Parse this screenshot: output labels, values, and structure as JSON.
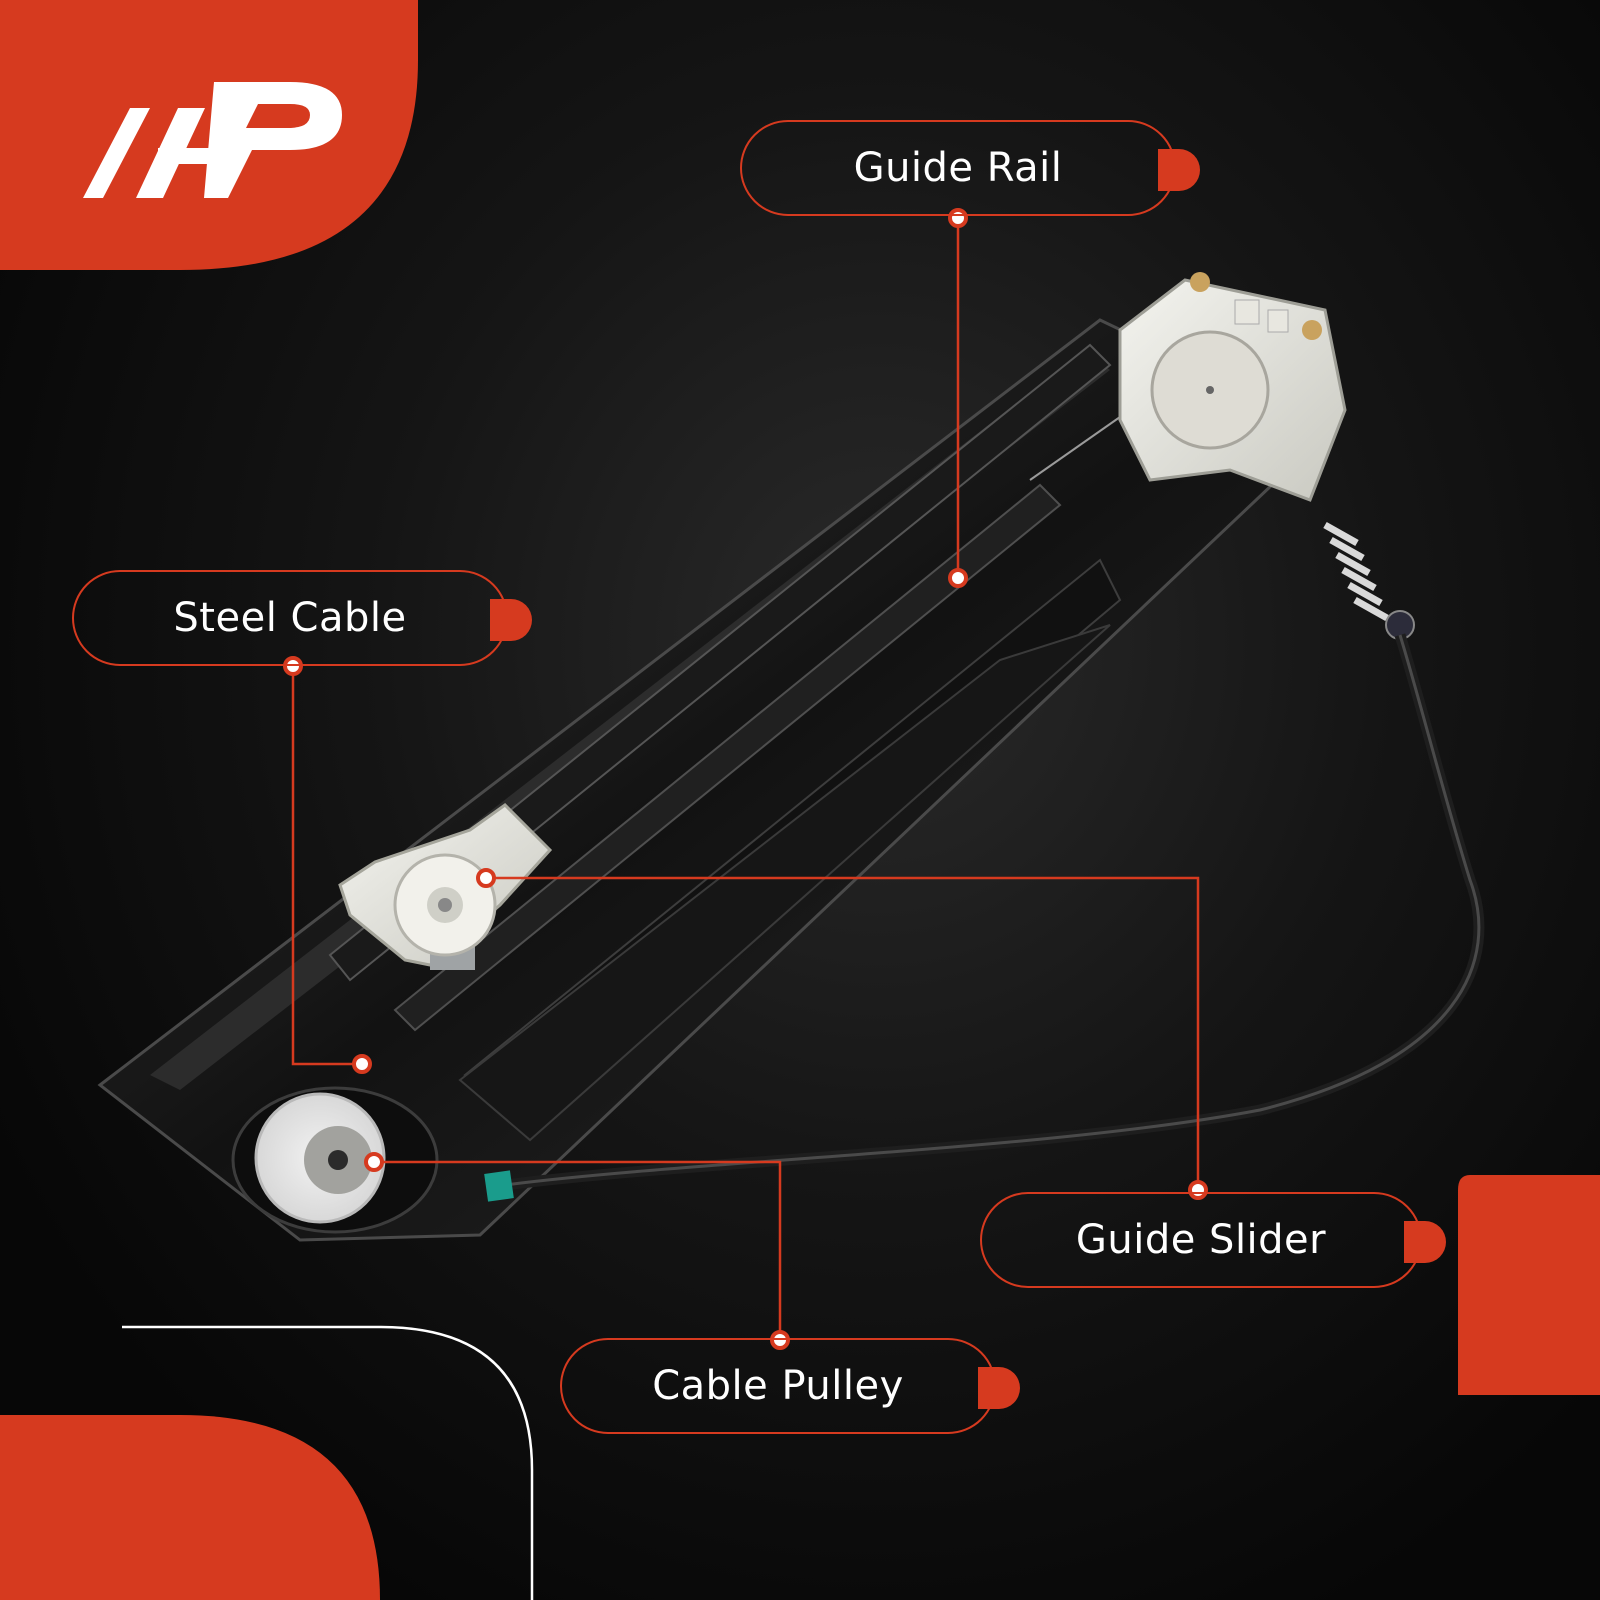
{
  "brand": {
    "logo_text": "A-P",
    "accent_color": "#d63a1f"
  },
  "callouts": {
    "guide_rail": "Guide Rail",
    "steel_cable": "Steel Cable",
    "guide_slider": "Guide Slider",
    "cable_pulley": "Cable Pulley"
  }
}
